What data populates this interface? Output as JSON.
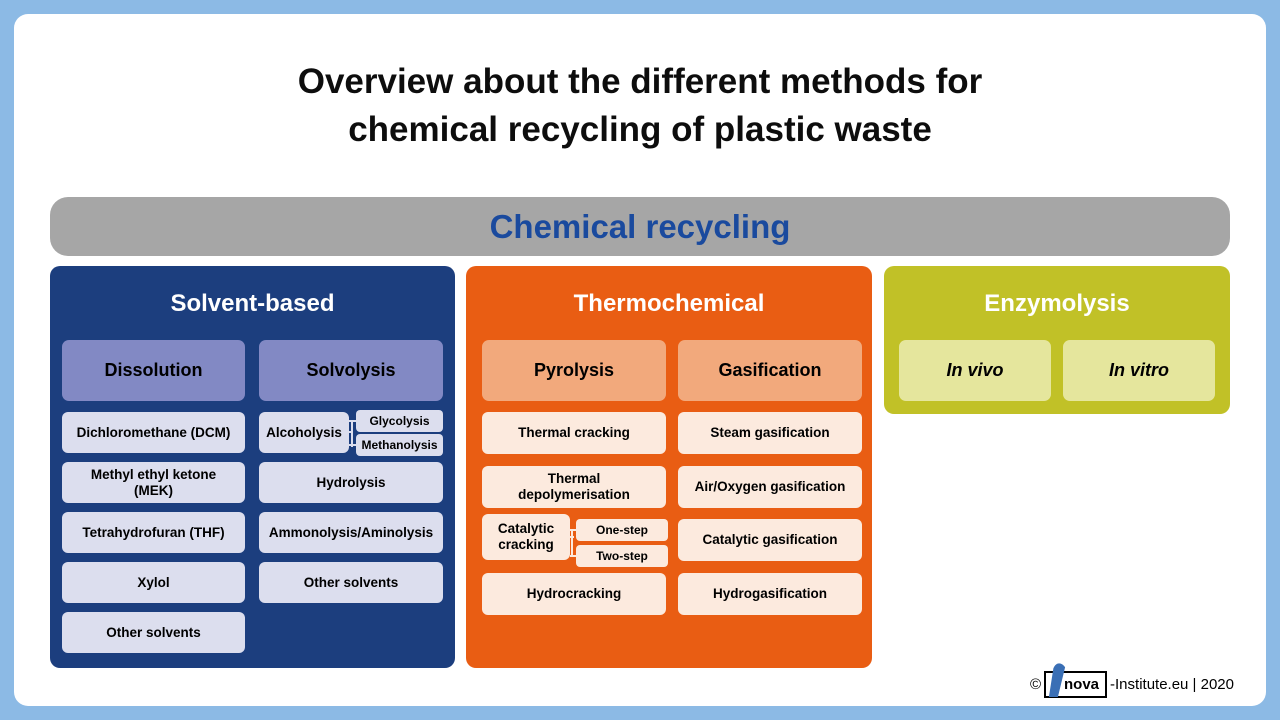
{
  "title": {
    "line1": "Overview about the different methods for",
    "line2": "chemical recycling of plastic waste"
  },
  "banner": {
    "label": "Chemical recycling"
  },
  "solvent": {
    "title": "Solvent-based",
    "dissolution": {
      "header": "Dissolution",
      "items": [
        "Dichloromethane (DCM)",
        "Methyl ethyl ketone (MEK)",
        "Tetrahydrofuran (THF)",
        "Xylol",
        "Other solvents"
      ]
    },
    "solvolysis": {
      "header": "Solvolysis",
      "parent": "Alcoholysis",
      "children": [
        "Glycolysis",
        "Methanolysis"
      ],
      "items": [
        "Hydrolysis",
        "Ammonolysis/Aminolysis",
        "Other solvents"
      ]
    }
  },
  "thermochemical": {
    "title": "Thermochemical",
    "pyrolysis": {
      "header": "Pyrolysis",
      "items_before": [
        "Thermal cracking",
        "Thermal depolymerisation"
      ],
      "parent": "Catalytic cracking",
      "children": [
        "One-step",
        "Two-step"
      ],
      "items_after": [
        "Hydrocracking"
      ]
    },
    "gasification": {
      "header": "Gasification",
      "items": [
        "Steam gasification",
        "Air/Oxygen gasification",
        "Catalytic gasification",
        "Hydrogasification"
      ]
    }
  },
  "enzymolysis": {
    "title": "Enzymolysis",
    "items": [
      "In vivo",
      "In vitro"
    ]
  },
  "footer": {
    "copyright": "©",
    "logo": "nova",
    "text": "-Institute.eu | 2020"
  },
  "colors": {
    "frame": "#8cbae5",
    "banner_bg": "#a6a6a6",
    "banner_text": "#1a4a9e",
    "solvent_bg": "#1c3e7e",
    "solvent_header": "#8289c4",
    "solvent_item": "#dcdeee",
    "thermo_bg": "#e95d13",
    "thermo_header": "#f2a97c",
    "thermo_item": "#fceade",
    "enzym_bg": "#c1c127",
    "enzym_item": "#e5e69d",
    "logo_blue": "#3a6fb5"
  }
}
